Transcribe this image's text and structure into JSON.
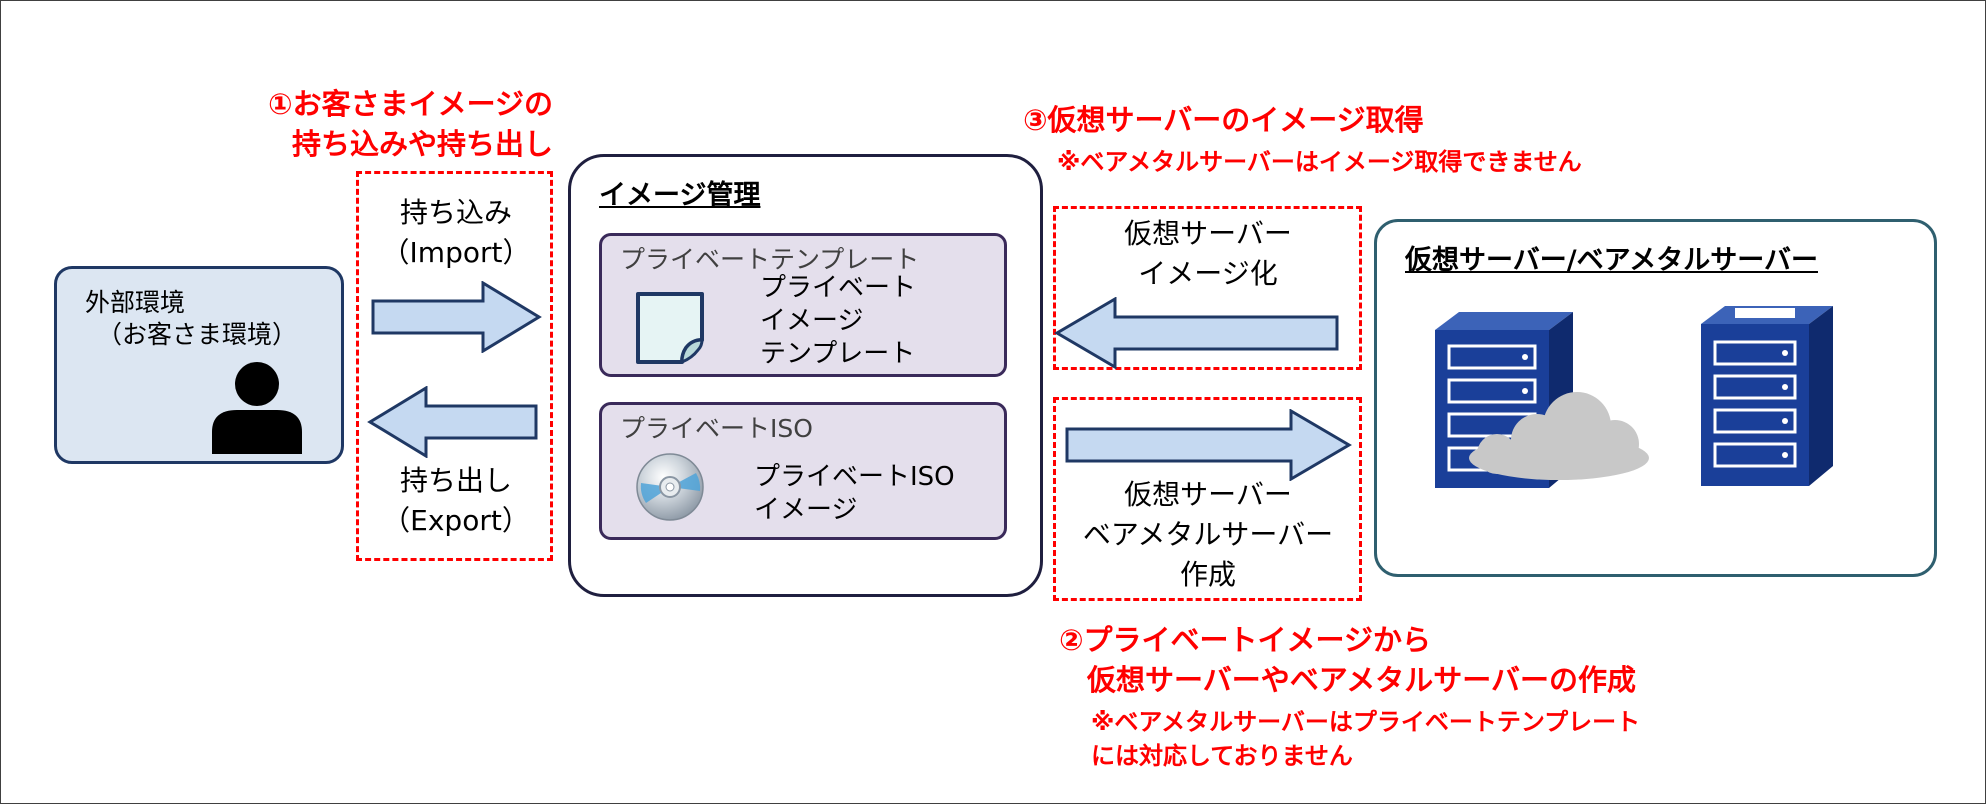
{
  "annotations": {
    "a1_line1": "①お客さまイメージの",
    "a1_line2": "持ち込みや持ち出し",
    "a3_line1": "③仮想サーバーのイメージ取得",
    "a3_note": "※ベアメタルサーバーはイメージ取得できません",
    "a2_line1": "②プライベートイメージから",
    "a2_line2": "仮想サーバーやベアメタルサーバーの作成",
    "a2_note_line1": "※ベアメタルサーバーはプライベートテンプレート",
    "a2_note_line2": "には対応しておりません"
  },
  "external": {
    "line1": "外部環境",
    "line2": "（お客さま環境）",
    "icon": "person-icon"
  },
  "transfer": {
    "import_line1": "持ち込み",
    "import_line2": "（Import）",
    "export_line1": "持ち出し",
    "export_line2": "（Export）"
  },
  "image_mgmt": {
    "title": "イメージ管理",
    "template_box": {
      "title": "プライベートテンプレート",
      "body_line1": "プライベート",
      "body_line2": "イメージ",
      "body_line3": "テンプレート",
      "icon": "document-icon"
    },
    "iso_box": {
      "title": "プライベートISO",
      "body_line1": "プライベートISO",
      "body_line2": "イメージ",
      "icon": "disc-icon"
    }
  },
  "server_ops": {
    "imaging_line1": "仮想サーバー",
    "imaging_line2": "イメージ化",
    "create_line1": "仮想サーバー",
    "create_line2": "ベアメタルサーバー",
    "create_line3": "作成"
  },
  "servers": {
    "title": "仮想サーバー/ベアメタルサーバー",
    "virtual_icon": "virtual-server-icon",
    "baremetal_icon": "baremetal-server-icon"
  },
  "colors": {
    "annotation": "#ff0000",
    "server_blue": "#1a3f99",
    "arrow_fill": "#c5d9f1",
    "external_bg": "#dce6f2",
    "inner_bg": "#e4dfec"
  }
}
